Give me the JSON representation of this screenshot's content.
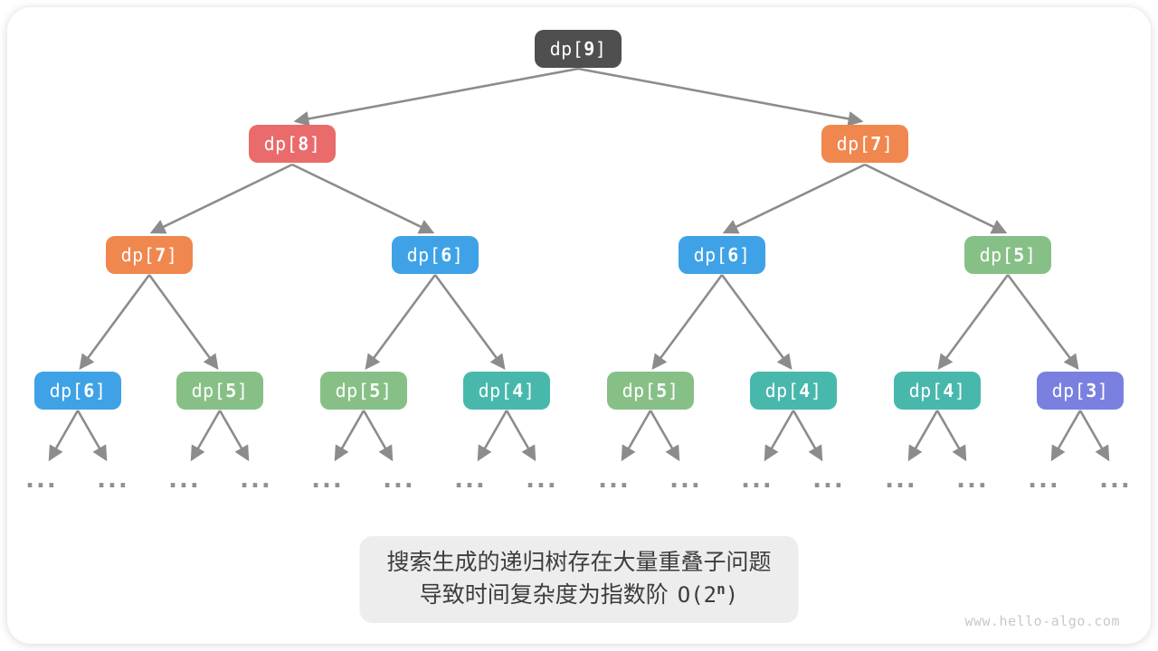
{
  "figure": {
    "ellipsis": "...",
    "watermark": "www.hello-algo.com",
    "caption": {
      "line1": "搜索生成的递归树存在大量重叠子问题",
      "line2_text": "导致时间复杂度为指数阶",
      "formula_pre": "O(2",
      "formula_exponent": "n",
      "formula_post": ")"
    }
  },
  "colors": {
    "dark": "#4f4f4f",
    "red": "#e96b6b",
    "orange": "#f0874e",
    "blue": "#3fa2e6",
    "green": "#87c087",
    "teal": "#48b8ac",
    "purple": "#7a80e0",
    "edge": "#8c8c8c",
    "dots": "#909090",
    "caption_bg": "#ededed",
    "caption_text": "#3d3d3d",
    "watermark": "#c8c8c8",
    "node_text": "#ffffff"
  },
  "nodes": [
    {
      "level": 1,
      "prefix": "dp[",
      "index": "9",
      "suffix": "]",
      "color": "dark"
    },
    {
      "level": 2,
      "prefix": "dp[",
      "index": "8",
      "suffix": "]",
      "color": "red"
    },
    {
      "level": 2,
      "prefix": "dp[",
      "index": "7",
      "suffix": "]",
      "color": "orange"
    },
    {
      "level": 3,
      "prefix": "dp[",
      "index": "7",
      "suffix": "]",
      "color": "orange"
    },
    {
      "level": 3,
      "prefix": "dp[",
      "index": "6",
      "suffix": "]",
      "color": "blue"
    },
    {
      "level": 3,
      "prefix": "dp[",
      "index": "6",
      "suffix": "]",
      "color": "blue"
    },
    {
      "level": 3,
      "prefix": "dp[",
      "index": "5",
      "suffix": "]",
      "color": "green"
    },
    {
      "level": 4,
      "prefix": "dp[",
      "index": "6",
      "suffix": "]",
      "color": "blue"
    },
    {
      "level": 4,
      "prefix": "dp[",
      "index": "5",
      "suffix": "]",
      "color": "green"
    },
    {
      "level": 4,
      "prefix": "dp[",
      "index": "5",
      "suffix": "]",
      "color": "green"
    },
    {
      "level": 4,
      "prefix": "dp[",
      "index": "4",
      "suffix": "]",
      "color": "teal"
    },
    {
      "level": 4,
      "prefix": "dp[",
      "index": "5",
      "suffix": "]",
      "color": "green"
    },
    {
      "level": 4,
      "prefix": "dp[",
      "index": "4",
      "suffix": "]",
      "color": "teal"
    },
    {
      "level": 4,
      "prefix": "dp[",
      "index": "4",
      "suffix": "]",
      "color": "teal"
    },
    {
      "level": 4,
      "prefix": "dp[",
      "index": "3",
      "suffix": "]",
      "color": "purple"
    }
  ]
}
